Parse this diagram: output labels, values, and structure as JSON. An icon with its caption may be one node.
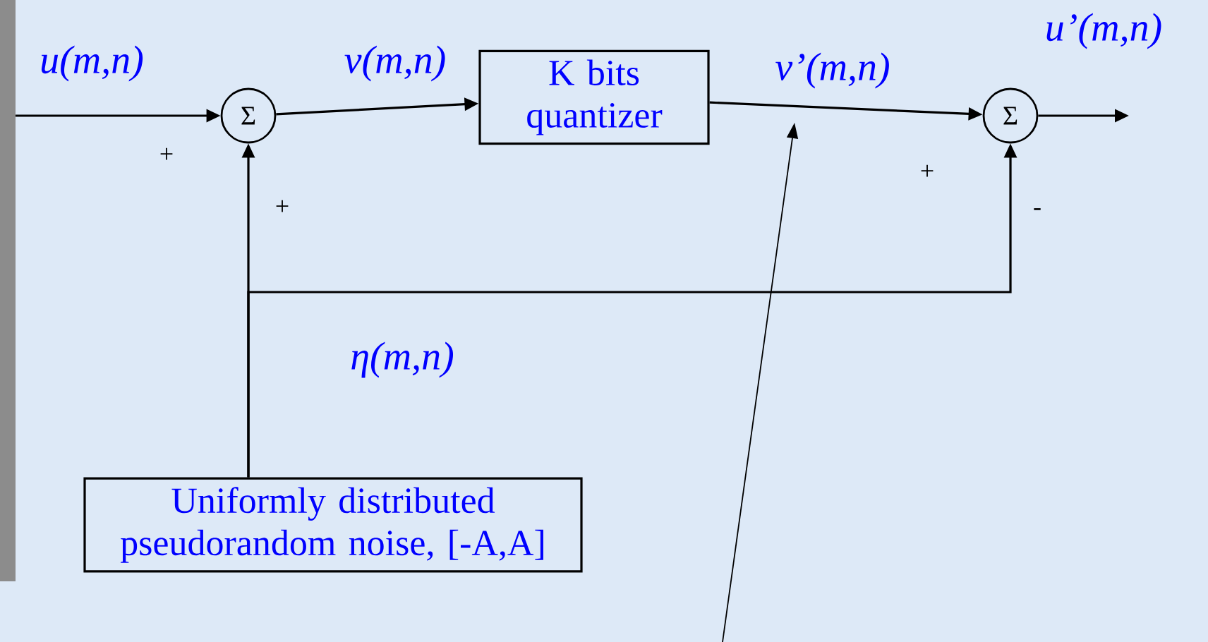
{
  "diagram": {
    "nodes": [
      {
        "text": [
          "Σ"
        ]
      },
      {
        "text": [
          "K bits quantizer"
        ]
      },
      {
        "text": [
          "Σ"
        ]
      },
      {
        "text": [
          "Uniformly distributed pseudorandom noise, [-A,A]"
        ]
      }
    ],
    "edges": [
      {
        "from": null,
        "to": 0,
        "arrow": "to",
        "label": "u(m,n)"
      },
      {
        "from": 0,
        "to": 1,
        "arrow": "to",
        "label": "v(m,n)"
      },
      {
        "from": 1,
        "to": 2,
        "arrow": "to",
        "label": "v’(m,n)"
      },
      {
        "from": 2,
        "to": null,
        "arrow": "to",
        "label": "u’(m,n)"
      },
      {
        "from": 3,
        "to": 0,
        "arrow": "to",
        "label": "η(m,n)"
      },
      {
        "from": 3,
        "to": 2,
        "arrow": "to"
      }
    ],
    "labels": [
      "+",
      "+",
      "+",
      "-"
    ]
  }
}
